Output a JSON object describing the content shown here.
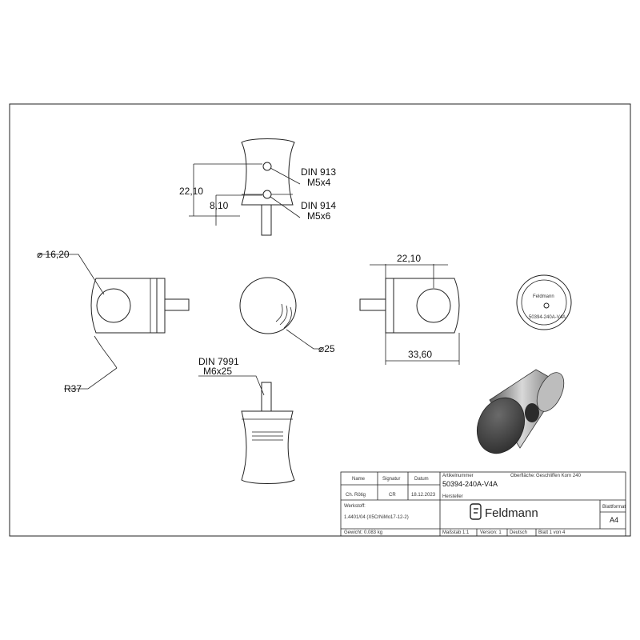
{
  "views": {
    "top": {
      "dim_height": "22,10",
      "dim_small": "8,10",
      "note1_line1": "DIN 913",
      "note1_line2": "M5x4",
      "note2_line1": "DIN 914",
      "note2_line2": "M5x6"
    },
    "left": {
      "dia_label": "⌀ 16,20",
      "radius_label": "R37"
    },
    "center": {
      "dia_label": "⌀25"
    },
    "right": {
      "dim_top": "22,10",
      "dim_bottom": "33,60"
    },
    "bottom": {
      "note_line1": "DIN 7991",
      "note_line2": "M6x25"
    },
    "detail": {
      "logo": "Feldmann",
      "part_no": "50394-240A-V4A"
    }
  },
  "title_block": {
    "hdr_name": "Name",
    "hdr_signature": "Signatur",
    "hdr_date": "Datum",
    "row_name": "Ch. Rötig",
    "row_signature": "CR",
    "row_date": "18.12.2023",
    "article_label": "Artikelnummer",
    "article_number": "50394-240A-V4A",
    "surface_label": "Oberfläche:",
    "surface_value": "Geschliffen Korn 240",
    "manufacturer_label": "Hersteller",
    "material_label": "Werkstoff:",
    "material_value": "1.4401/04 (X5CrNiMo17-12-2)",
    "brand": "Feldmann",
    "sheet_format_label": "Blattformat",
    "sheet_format_value": "A4",
    "weight": "Gewicht: 0.083 kg",
    "scale": "Maßstab 1:1",
    "version": "Version: 1",
    "language": "Deutsch",
    "sheet": "Blatt 1 von 4"
  },
  "colors": {
    "line": "#222222",
    "render_dark": "#3a3a3a",
    "render_mid": "#8c8c8c",
    "render_light": "#cfcfcf"
  }
}
